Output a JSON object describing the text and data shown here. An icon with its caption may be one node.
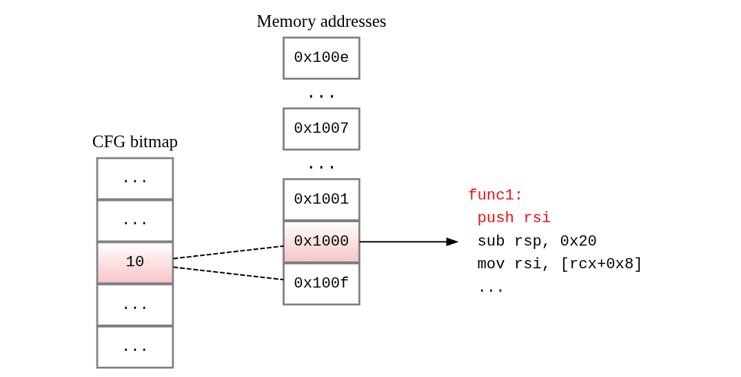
{
  "diagram": {
    "nodes": [
      {
        "text": [
          "..."
        ]
      },
      {
        "text": [
          "..."
        ]
      },
      {
        "text": [
          "10"
        ]
      },
      {
        "text": [
          "..."
        ]
      },
      {
        "text": [
          "..."
        ]
      },
      {
        "text": [
          "0x1000"
        ]
      },
      {
        "text": [
          "0x1001"
        ]
      },
      {
        "text": [
          "0x1007"
        ]
      },
      {
        "text": [
          "0x100e"
        ]
      },
      {
        "text": [
          "0x100f"
        ]
      },
      {
        "text": [
          "func1:",
          "push rsi",
          "sub rsp, 0x20",
          "mov rsi, [rcx+0x8]",
          "..."
        ]
      }
    ],
    "edges": [
      {
        "from": 2,
        "to": 5,
        "arrow": "none",
        "style": "dashed"
      },
      {
        "from": 2,
        "to": 9,
        "arrow": "none",
        "style": "dashed"
      },
      {
        "from": 5,
        "to": 10,
        "arrow": "to"
      }
    ],
    "labels": [
      "CFG bitmap",
      "...",
      "...",
      "Memory addresses"
    ]
  }
}
